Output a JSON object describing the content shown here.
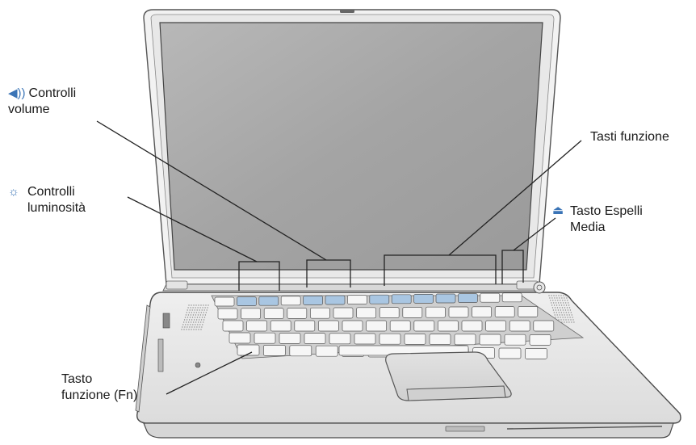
{
  "callouts": {
    "volume": {
      "icon": "speaker-volume-icon",
      "line1": "Controlli",
      "line2": "volume"
    },
    "brightness": {
      "icon": "brightness-sun-icon",
      "line1": "Controlli",
      "line2": "luminosità"
    },
    "function_keys": {
      "line1": "Tasti funzione"
    },
    "media_eject": {
      "icon": "eject-icon",
      "line1": "Tasto Espelli",
      "line2": "Media"
    },
    "fn_key": {
      "line1": "Tasto",
      "line2": "funzione (Fn)"
    }
  },
  "colors": {
    "highlight_key": "#a9c6e2",
    "body_silver": "#e6e6e6",
    "screen": "#a7a7a7",
    "icon_accent": "#3a74b6"
  }
}
